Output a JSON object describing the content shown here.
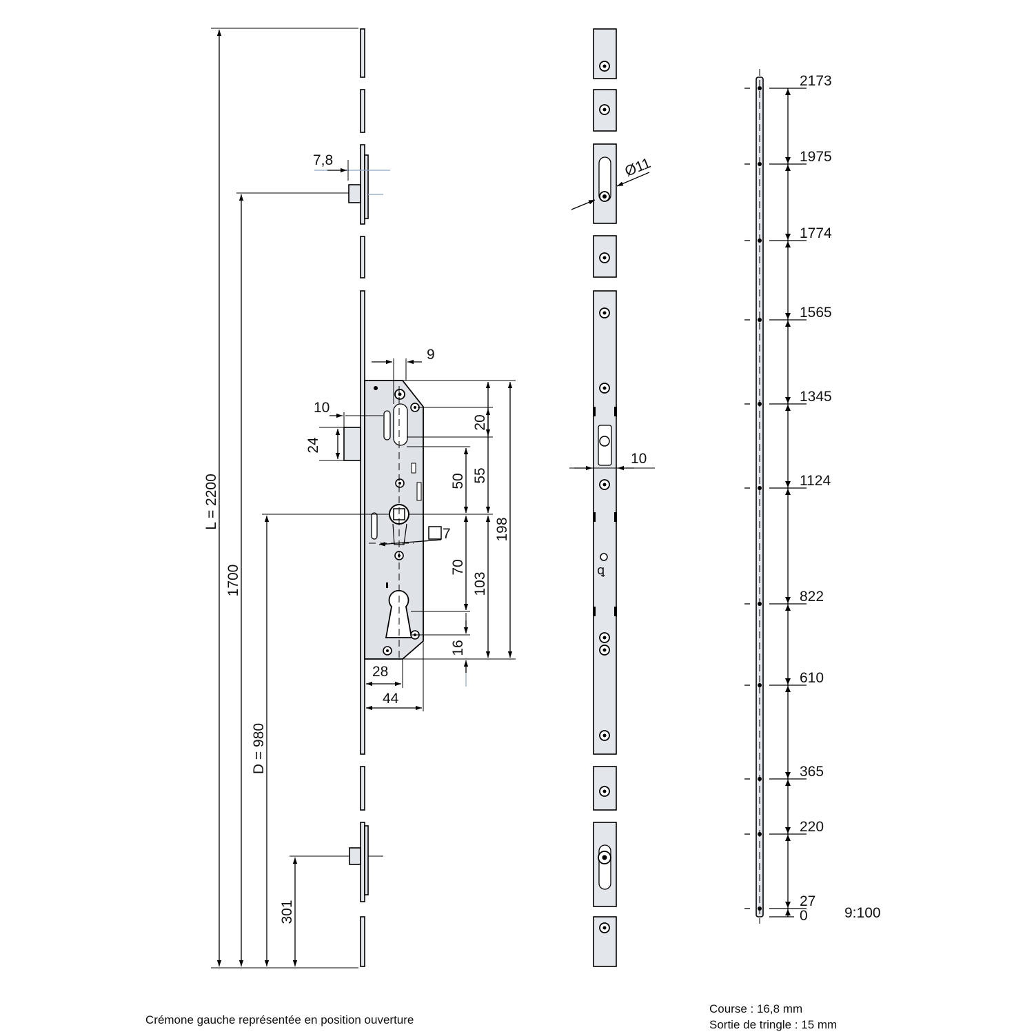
{
  "left_view": {
    "overall_length_label": "L = 2200",
    "dim_1700": "1700",
    "backset_label": "D = 980",
    "dim_301": "301",
    "dim_7_8": "7,8",
    "dim_9": "9",
    "dim_10": "10",
    "dim_24": "24",
    "dim_20": "20",
    "dim_55": "55",
    "dim_50": "50",
    "dim_198": "198",
    "dim_square_7": "7",
    "dim_70": "70",
    "dim_103": "103",
    "dim_16": "16",
    "dim_28": "28",
    "dim_44": "44"
  },
  "middle_view": {
    "hole_diameter": "Ø11",
    "dim_10": "10"
  },
  "right_view": {
    "positions": [
      "2173",
      "1975",
      "1774",
      "1565",
      "1345",
      "1124",
      "822",
      "610",
      "365",
      "220",
      "27",
      "0"
    ],
    "scale": "9:100"
  },
  "captions": {
    "orientation_note": "Crémone gauche représentée en position ouverture",
    "stroke": "Course : 16,8 mm",
    "rod_output": "Sortie de tringle : 15 mm"
  }
}
